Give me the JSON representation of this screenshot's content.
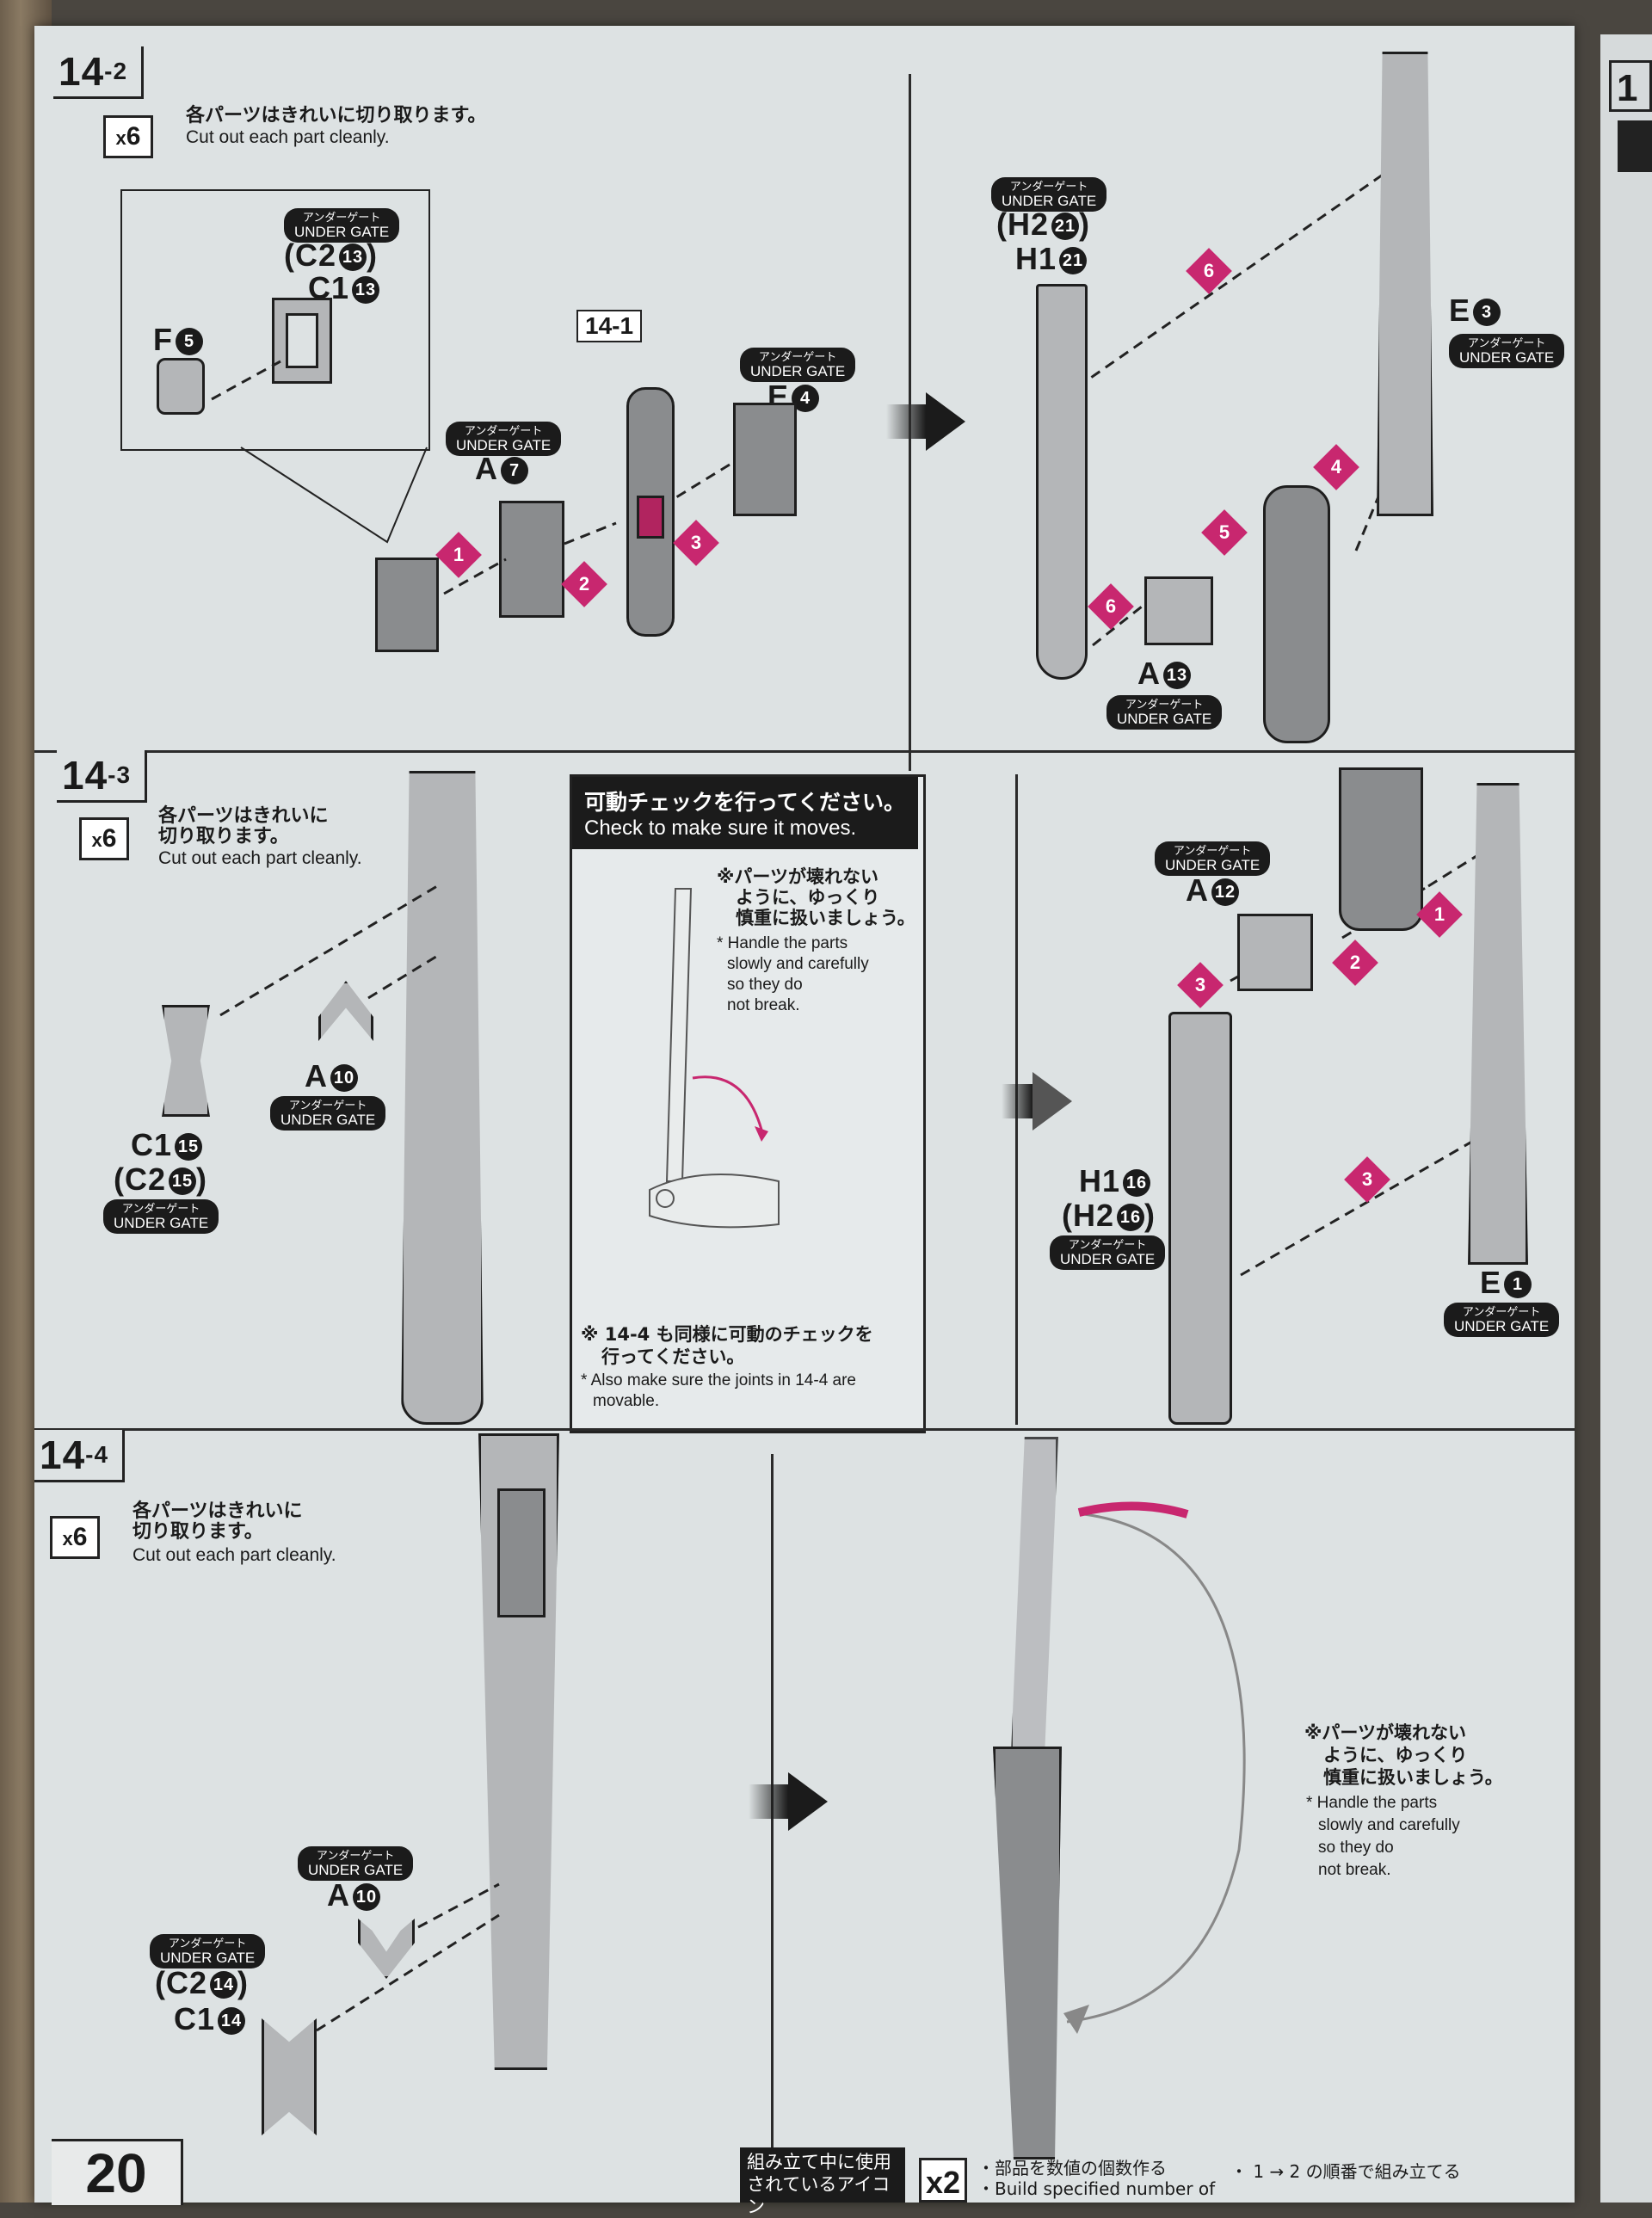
{
  "page": {
    "number": "20"
  },
  "colors": {
    "accent": "#c8276f",
    "ink": "#1b1b1b",
    "paper": "#dde2e3"
  },
  "instruction_jp": "各パーツはきれいに切り取ります。",
  "instruction_en": "Cut out each part cleanly.",
  "under_gate_jp": "アンダーゲート",
  "under_gate_en": "UNDER GATE",
  "step_14_2": {
    "number": "14",
    "sub": "-2",
    "multiplier": "6",
    "callout": {
      "f": {
        "letter": "F",
        "num": "5"
      },
      "c2": {
        "open": "(C2",
        "num": "13",
        "close": ")"
      },
      "c1": {
        "letter": "C1",
        "num": "13"
      }
    },
    "ref": "14-1",
    "a": {
      "letter": "A",
      "num": "7"
    },
    "e": {
      "letter": "E",
      "num": "4"
    },
    "steps": [
      "1",
      "2",
      "3"
    ],
    "right": {
      "h2": {
        "open": "(H2",
        "num": "21",
        "close": ")"
      },
      "h1": {
        "letter": "H1",
        "num": "21"
      },
      "e": {
        "letter": "E",
        "num": "3"
      },
      "a": {
        "letter": "A",
        "num": "13"
      },
      "steps": [
        "4",
        "5",
        "6",
        "6"
      ]
    }
  },
  "step_14_3": {
    "number": "14",
    "sub": "-3",
    "multiplier": "6",
    "instruction_jp_1": "各パーツはきれいに",
    "instruction_jp_2": "切り取ります。",
    "a": {
      "letter": "A",
      "num": "10"
    },
    "c1": {
      "letter": "C1",
      "num": "15"
    },
    "c2": {
      "open": "(C2",
      "num": "15",
      "close": ")"
    },
    "check": {
      "title_jp": "可動チェックを行ってください。",
      "title_en": "Check to make sure it moves.",
      "care_jp_1": "※パーツが壊れない",
      "care_jp_2": "ように、ゆっくり",
      "care_jp_3": "慎重に扱いましょう。",
      "care_en_1": "* Handle the parts",
      "care_en_2": "slowly and carefully",
      "care_en_3": "so they do",
      "care_en_4": "not break.",
      "also_jp_1": "※ 14-4 も同様に可動のチェックを",
      "also_jp_2": "行ってください。",
      "also_en_1": "* Also make sure the joints in 14-4 are",
      "also_en_2": "movable."
    },
    "right": {
      "a": {
        "letter": "A",
        "num": "12"
      },
      "h1": {
        "letter": "H1",
        "num": "16"
      },
      "h2": {
        "open": "(H2",
        "num": "16",
        "close": ")"
      },
      "e": {
        "letter": "E",
        "num": "1"
      },
      "steps": [
        "1",
        "2",
        "3",
        "3"
      ]
    }
  },
  "step_14_4": {
    "number": "14",
    "sub": "-4",
    "multiplier": "6",
    "instruction_jp_1": "各パーツはきれいに",
    "instruction_jp_2": "切り取ります。",
    "a": {
      "letter": "A",
      "num": "10"
    },
    "c2": {
      "open": "(C2",
      "num": "14",
      "close": ")"
    },
    "c1": {
      "letter": "C1",
      "num": "14"
    },
    "care_jp_1": "※パーツが壊れない",
    "care_jp_2": "ように、ゆっくり",
    "care_jp_3": "慎重に扱いましょう。",
    "care_en_1": "* Handle the parts",
    "care_en_2": "slowly and carefully",
    "care_en_3": "so they do",
    "care_en_4": "not break."
  },
  "footer": {
    "icons_jp_1": "組み立て中に使用",
    "icons_jp_2": "されているアイコン",
    "x2": "x2",
    "x2_note": "・部品を数値の個数作る",
    "x2_note_en": "・Build specified number of",
    "steps_note": "・ 1 → 2 の順番で組み立てる"
  }
}
